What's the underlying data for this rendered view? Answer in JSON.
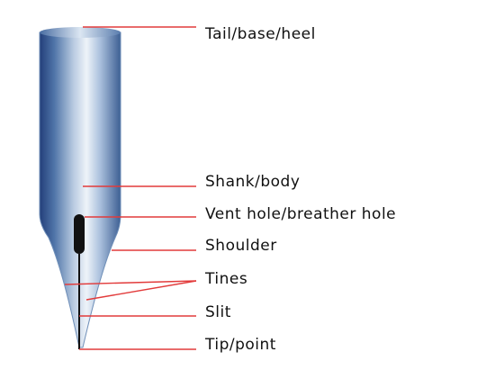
{
  "colors": {
    "leader": "#e23b3b",
    "text": "#111111",
    "nib_dark": "#1f3a73",
    "nib_light": "#e8eef6",
    "vent": "#111111"
  },
  "labels": {
    "tail": "Tail/base/heel",
    "shank": "Shank/body",
    "vent": "Vent hole/breather hole",
    "shoulder": "Shoulder",
    "tines": "Tines",
    "slit": "Slit",
    "tip": "Tip/point"
  }
}
